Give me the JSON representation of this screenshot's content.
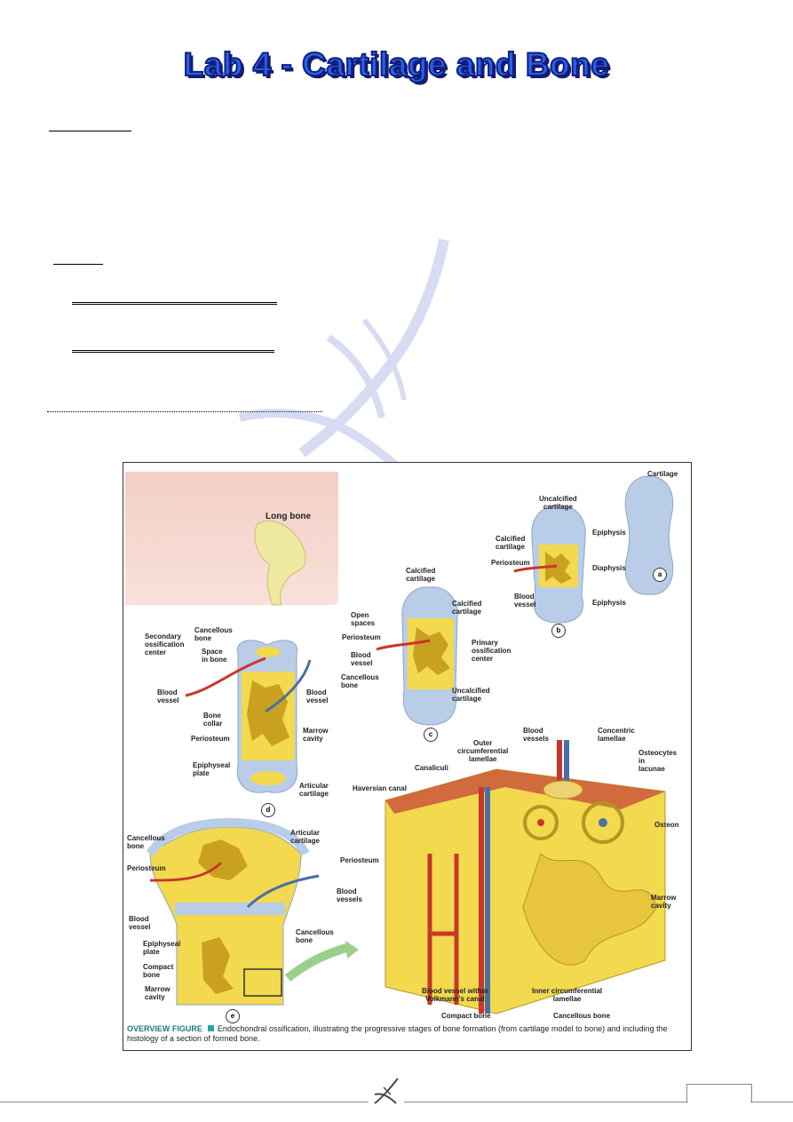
{
  "title": "Lab 4 - Cartilage and Bone",
  "figure": {
    "labels": {
      "long_bone": "Long bone",
      "cartilage": "Cartilage",
      "a": "a",
      "b": "b",
      "c": "c",
      "d": "d",
      "e": "e",
      "uncalcified_cartilage_b": "Uncalcified\ncartilage",
      "calcified_cartilage_b": "Calcified\ncartilage",
      "periosteum_b": "Periosteum",
      "blood_vessel_b": "Blood\nvessel",
      "epiphysis_top": "Epiphysis",
      "diaphysis": "Diaphysis",
      "epiphysis_bottom": "Epiphysis",
      "calcified_cartilage_c_top": "Calcified\ncartilage",
      "calcified_cartilage_c_right": "Calcified\ncartilage",
      "open_spaces": "Open\nspaces",
      "periosteum_c": "Periosteum",
      "blood_vessel_c": "Blood\nvessel",
      "cancellous_bone_c": "Cancellous\nbone",
      "primary_ossification_center": "Primary\nossification\ncenter",
      "uncalcified_cartilage_c": "Uncalcified\ncartilage",
      "secondary_ossification_center": "Secondary\nossification\ncenter",
      "cancellous_bone_d": "Cancellous\nbone",
      "space_in_bone": "Space\nin bone",
      "blood_vessel_d_left": "Blood\nvessel",
      "blood_vessel_d_right": "Blood\nvessel",
      "bone_collar": "Bone\ncollar",
      "periosteum_d": "Periosteum",
      "marrow_cavity_d": "Marrow\ncavity",
      "epiphyseal_plate_d": "Epiphyseal\nplate",
      "articular_cartilage_d": "Articular\ncartilage",
      "cancellous_bone_e_top": "Cancellous\nbone",
      "articular_cartilage_e": "Articular\ncartilage",
      "periosteum_e": "Periosteum",
      "blood_vessel_e": "Blood\nvessel",
      "epiphyseal_plate_e": "Epiphyseal\nplate",
      "compact_bone_e": "Compact\nbone",
      "marrow_cavity_e": "Marrow\ncavity",
      "cancellous_bone_e_mid": "Cancellous\nbone",
      "blood_vessels_e": "Blood\nvessels",
      "blood_vessels_top": "Blood\nvessels",
      "concentric_lamellae": "Concentric\nlamellae",
      "outer_circumferential_lamellae": "Outer\ncircumferential\nlamellae",
      "canaliculi": "Canaliculi",
      "osteocytes_in_lacunae": "Osteocytes\nin\nlacunae",
      "haversian_canal": "Haversian canal",
      "osteon": "Osteon",
      "periosteum_hist": "Periosteum",
      "marrow_cavity_hist": "Marrow\ncavity",
      "blood_vessel_volkmann": "Blood vessel within\nVolkmann's canal",
      "inner_circumferential_lamellae": "Inner circumferential\nlamellae",
      "compact_bone": "Compact bone",
      "cancellous_bone": "Cancellous bone"
    },
    "caption_head": "OVERVIEW FIGURE",
    "caption_text": "Endochondral ossification, illustrating the progressive stages of bone formation (from cartilage model to bone) and including the histology of a section of formed bone."
  },
  "colors": {
    "bone_yellow": "#f2d94e",
    "cartilage_blue": "#b9cde8",
    "vessel_red": "#c8372a",
    "vessel_blue": "#4a6fa8",
    "title_blue": "#2f5ee6"
  }
}
